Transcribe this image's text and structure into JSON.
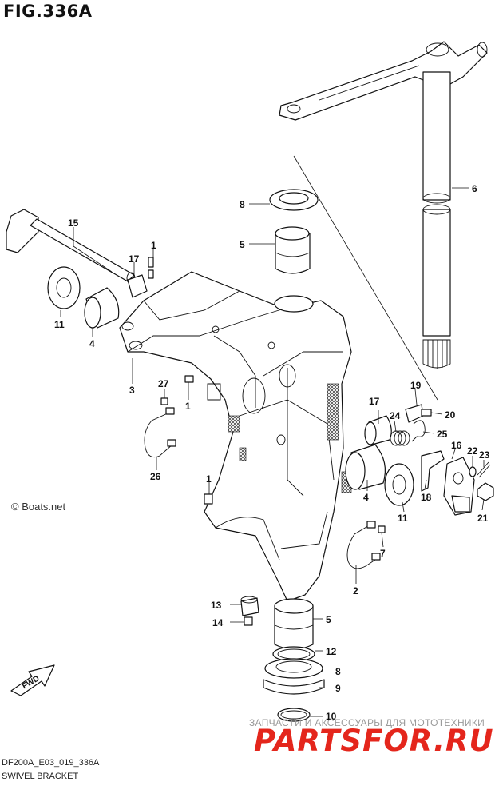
{
  "header": {
    "figure_title": "FIG.336A"
  },
  "footer": {
    "diagram_code": "DF200A_E03_019_336A",
    "diagram_name": "SWIVEL BRACKET"
  },
  "copyright": "© Boats.net",
  "watermark": {
    "tagline": "ЗАПЧАСТИ И АКСЕССУАРЫ ДЛЯ МОТОТЕХНИКИ",
    "logo_text": "PARTSFOR.RU"
  },
  "direction_arrow": {
    "label": "FWD"
  },
  "callouts": {
    "c15": "15",
    "c1a": "1",
    "c17a": "17",
    "c11a": "11",
    "c4a": "4",
    "c3": "3",
    "c27": "27",
    "c1b": "1",
    "c26": "26",
    "c1c": "1",
    "c8a": "8",
    "c5a": "5",
    "c6": "6",
    "c19": "19",
    "c20": "20",
    "c17b": "17",
    "c24": "24",
    "c25": "25",
    "c16": "16",
    "c22": "22",
    "c23": "23",
    "c4b": "4",
    "c18": "18",
    "c11b": "11",
    "c21": "21",
    "c7": "7",
    "c2": "2",
    "c13": "13",
    "c14": "14",
    "c5b": "5",
    "c12": "12",
    "c8b": "8",
    "c9": "9",
    "c10": "10"
  },
  "colors": {
    "line": "#111111",
    "watermark_red": "#e4261c",
    "watermark_gray": "#9a9a9a"
  }
}
